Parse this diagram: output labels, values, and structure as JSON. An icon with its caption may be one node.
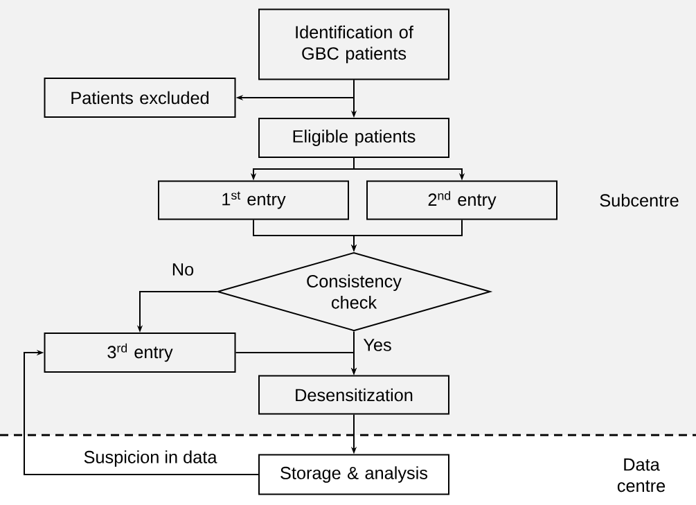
{
  "diagram": {
    "nodes": [
      {
        "text": [
          "Identification of GBC patients"
        ]
      },
      {
        "text": [
          "Patients excluded"
        ]
      },
      {
        "text": [
          "Eligible patients"
        ]
      },
      {
        "text": [
          "1$^{st}$ entry"
        ]
      },
      {
        "text": [
          "2$^{nd}$ entry"
        ]
      },
      {
        "text": [
          "Consistency check"
        ]
      },
      {
        "text": [
          "3$^{rd}$ entry"
        ]
      },
      {
        "text": [
          "Desensitization"
        ]
      },
      {
        "text": [
          "Storage & analysis"
        ]
      }
    ],
    "edges": [
      {
        "from": 0,
        "to": 1,
        "arrow": "to"
      },
      {
        "from": 0,
        "to": 2,
        "arrow": "to"
      },
      {
        "from": 2,
        "to": 3,
        "arrow": "to"
      },
      {
        "from": 2,
        "to": 4,
        "arrow": "to"
      },
      {
        "from": 3,
        "to": 5,
        "arrow": "to"
      },
      {
        "from": 4,
        "to": 5,
        "arrow": "to"
      },
      {
        "from": 5,
        "to": 6,
        "arrow": "to",
        "label": "No"
      },
      {
        "from": 5,
        "to": 7,
        "arrow": "to",
        "label": "Yes"
      },
      {
        "from": 6,
        "to": 7,
        "arrow": "to"
      },
      {
        "from": 7,
        "to": 8,
        "arrow": "to"
      },
      {
        "from": 8,
        "to": 6,
        "arrow": "to",
        "label": "Suspicion in data"
      }
    ],
    "labels": [
      "Subcentre",
      "Data centre"
    ]
  }
}
